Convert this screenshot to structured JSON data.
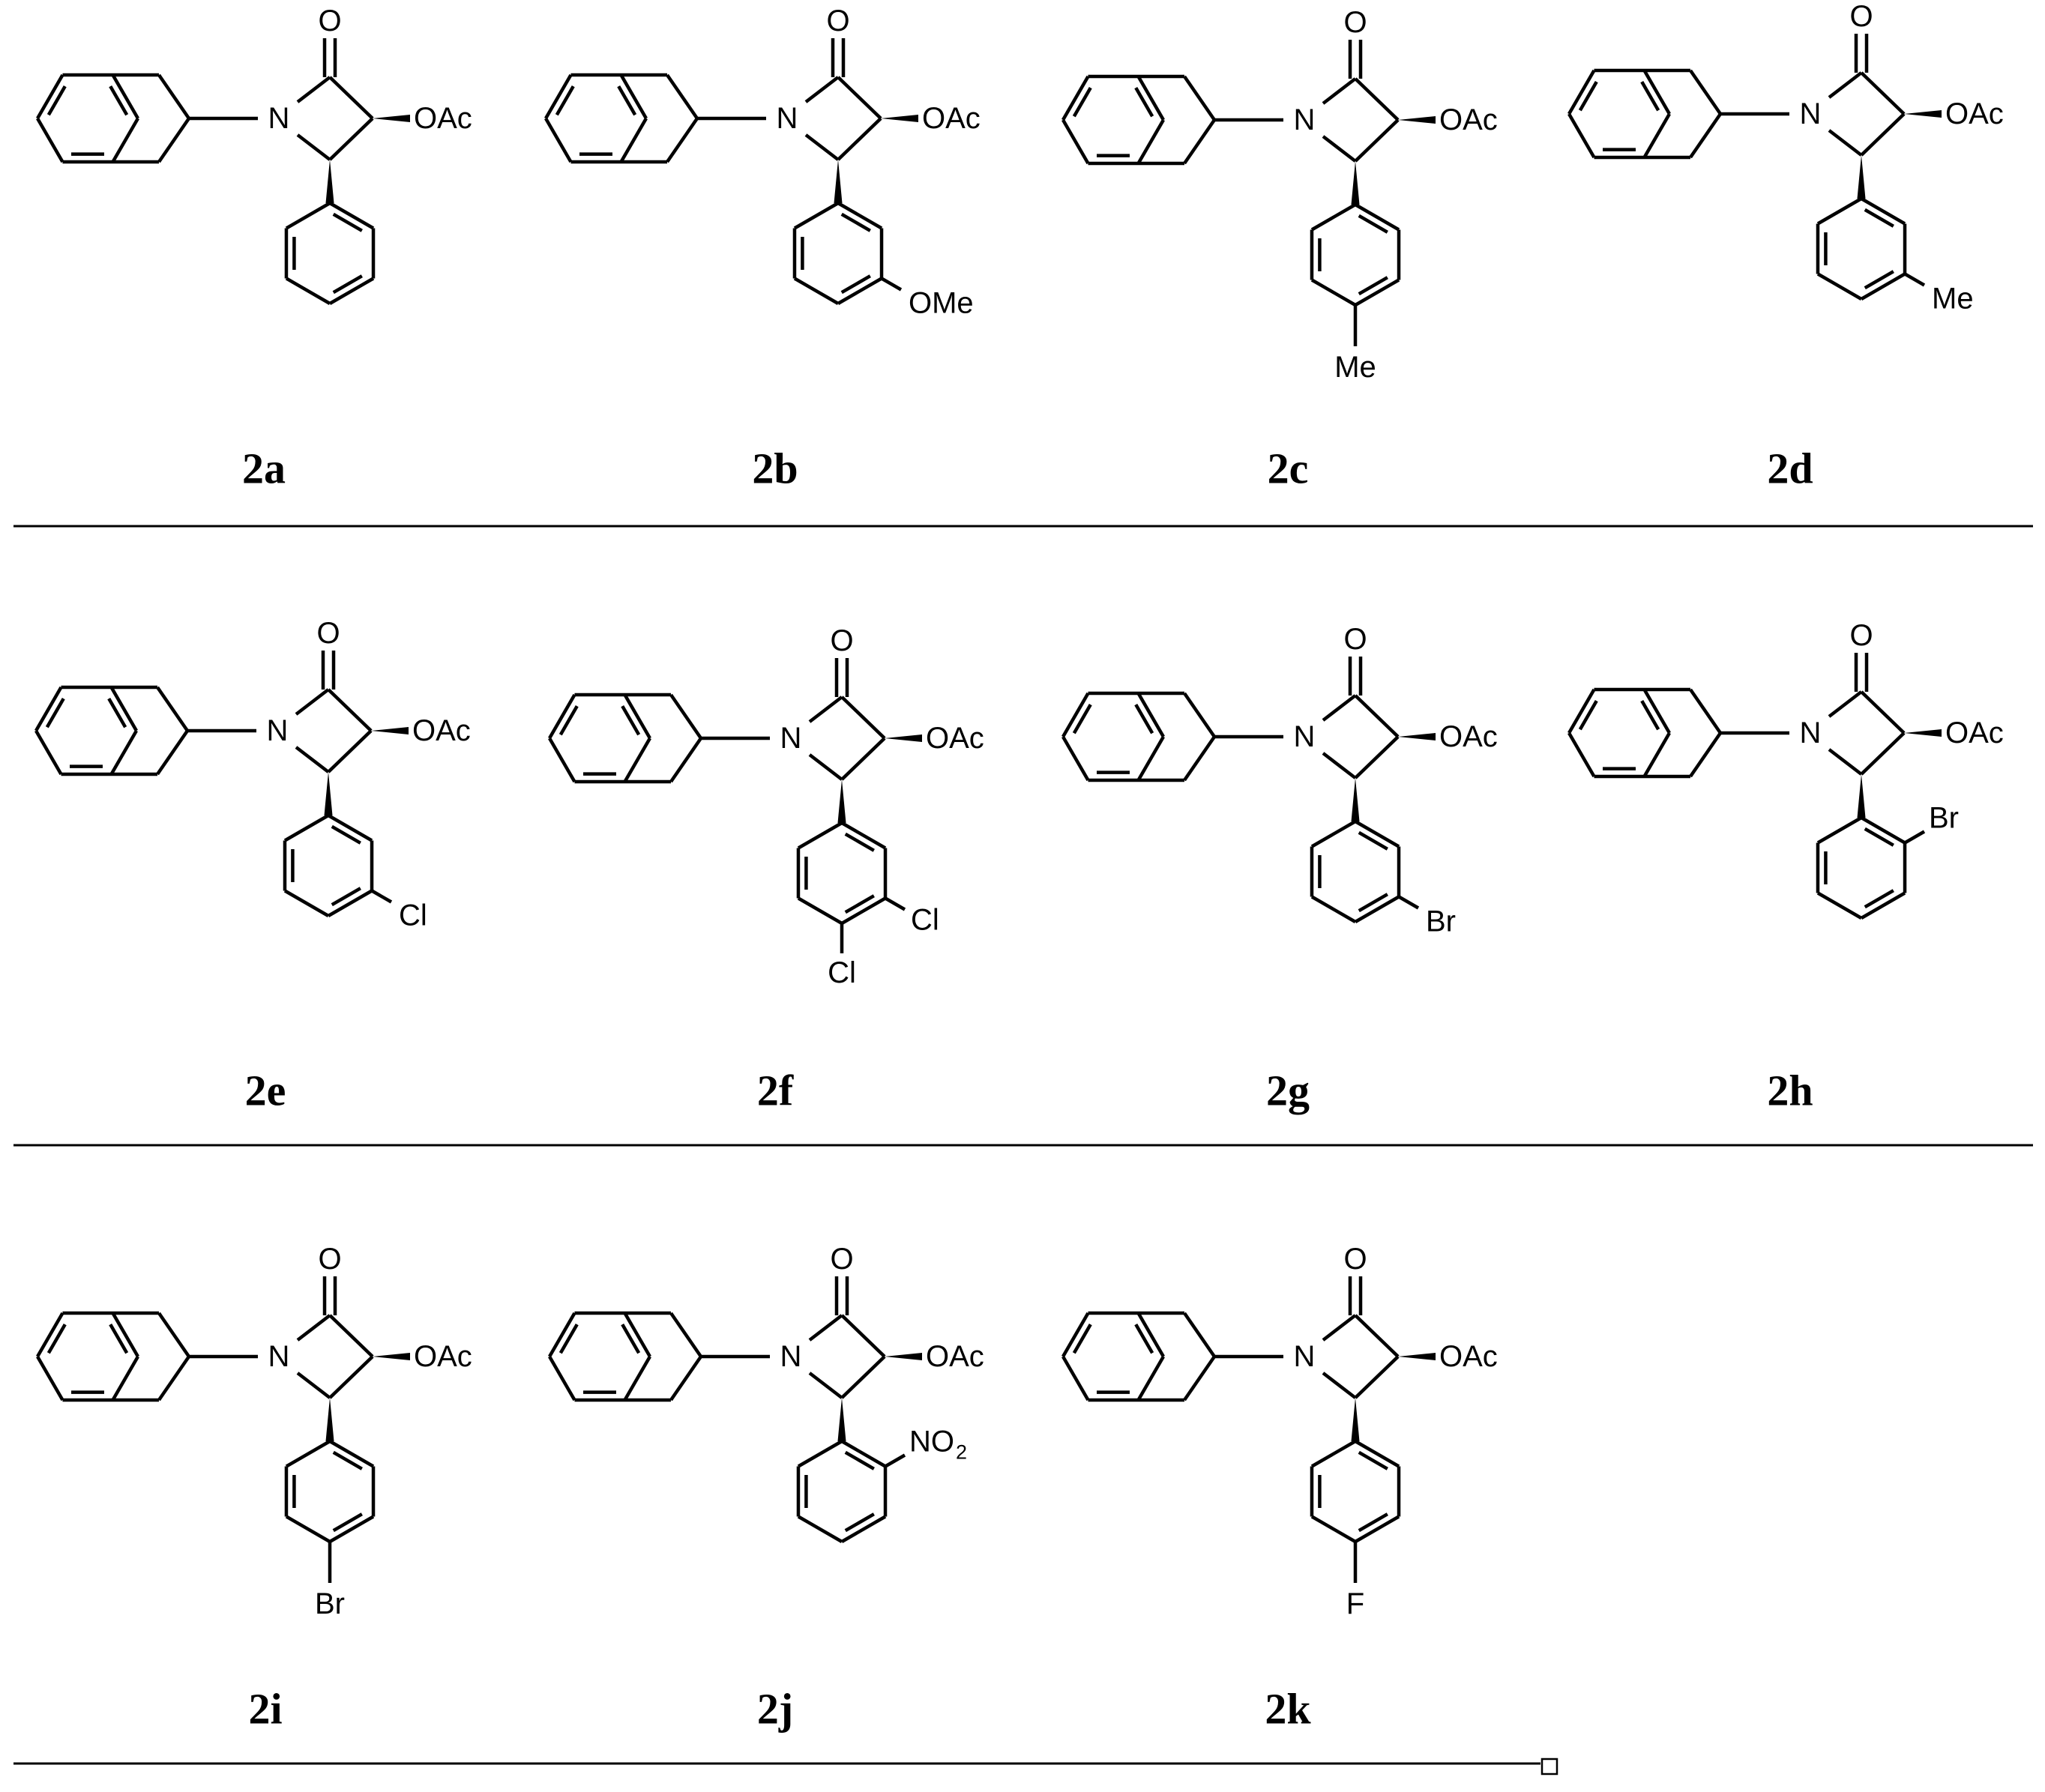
{
  "compounds": [
    {
      "label": "2a",
      "pattern": "none"
    },
    {
      "label": "2b",
      "pattern": "meta",
      "substituents": [
        "OMe"
      ]
    },
    {
      "label": "2c",
      "pattern": "para",
      "substituents": [
        "Me"
      ]
    },
    {
      "label": "2d",
      "pattern": "meta",
      "substituents": [
        "Me"
      ]
    },
    {
      "label": "2e",
      "pattern": "meta",
      "substituents": [
        "Cl"
      ]
    },
    {
      "label": "2f",
      "pattern": "meta-para",
      "substituents": [
        "Cl",
        "Cl"
      ]
    },
    {
      "label": "2g",
      "pattern": "meta",
      "substituents": [
        "Br"
      ]
    },
    {
      "label": "2h",
      "pattern": "ortho",
      "substituents": [
        "Br"
      ]
    },
    {
      "label": "2i",
      "pattern": "para",
      "substituents": [
        "Br"
      ]
    },
    {
      "label": "2j",
      "pattern": "ortho",
      "substituents": [
        "NO",
        "2"
      ]
    },
    {
      "label": "2k",
      "pattern": "para",
      "substituents": [
        "F"
      ]
    }
  ],
  "common": {
    "carbonyl_oxygen": "O",
    "ring_nitrogen": "N",
    "ester_group": "OAc"
  }
}
